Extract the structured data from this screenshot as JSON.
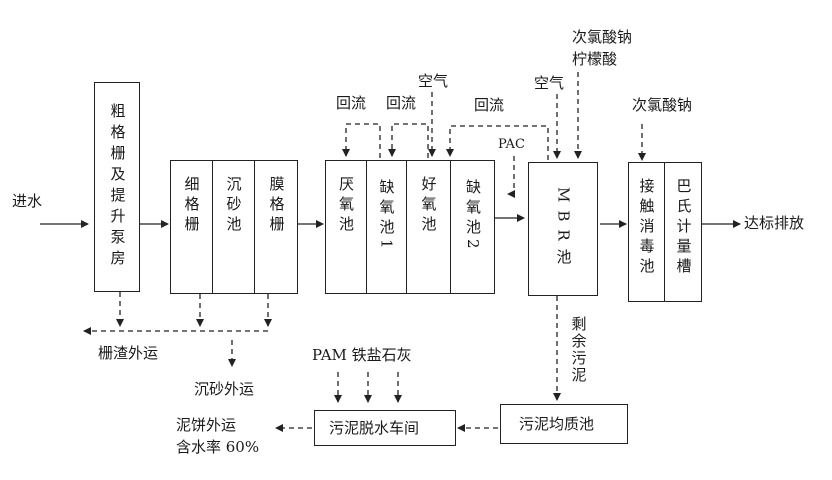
{
  "inlet": "进水",
  "outlet": "达标排放",
  "units": {
    "coarse_screen": "粗格栅及提升泵房",
    "fine_screen": "细格栅",
    "grit_tank": "沉砂池",
    "membrane_screen": "膜格栅",
    "anaerobic": "厌氧池",
    "anoxic1": "缺氧池1",
    "aerobic": "好氧池",
    "anoxic2": "缺氧池2",
    "mbr": "MBR池",
    "disinfection": "接触消毒池",
    "parshall": "巴氏计量槽",
    "sludge_dewatering": "污泥脱水车间",
    "sludge_homogenizing": "污泥均质池"
  },
  "labels": {
    "reflux_1": "回流",
    "reflux_2": "回流",
    "reflux_3": "回流",
    "air_1": "空气",
    "air_2": "空气",
    "pac": "PAC",
    "chem_mbr_1": "次氯酸钠",
    "chem_mbr_2": "柠檬酸",
    "chem_disinfect": "次氯酸钠",
    "screenings": "栅渣外运",
    "grit": "沉砂外运",
    "excess_sludge": "剩余污泥",
    "dewatering_chems": "PAM 铁盐石灰",
    "cake_1": "泥饼外运",
    "cake_2": "含水率 60%"
  },
  "colors": {
    "line": "#222222"
  }
}
